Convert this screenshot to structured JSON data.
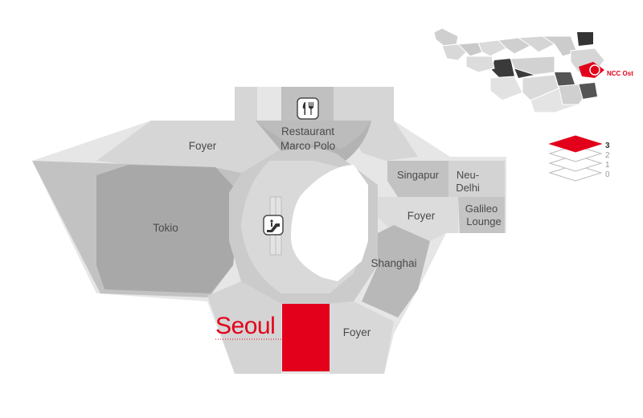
{
  "colors": {
    "room_light": "#dadada",
    "room_mid": "#c6c6c6",
    "room_dark": "#a9a9a9",
    "highlight": "#e2001a",
    "text": "#4a4a4a",
    "bg": "#ffffff"
  },
  "rooms": {
    "foyer_top": "Foyer",
    "restaurant_line1": "Restaurant",
    "restaurant_line2": "Marco Polo",
    "tokio": "Tokio",
    "singapur": "Singapur",
    "neudelhi_line1": "Neu-",
    "neudelhi_line2": "Delhi",
    "foyer_right": "Foyer",
    "galileo_line1": "Galileo",
    "galileo_line2": "Lounge",
    "shanghai": "Shanghai",
    "foyer_bottom": "Foyer"
  },
  "highlight_room": "Seoul",
  "icons": [
    "restaurant-icon",
    "escalator-icon"
  ],
  "overview": {
    "label": "NCC Ost"
  },
  "levels": {
    "items": [
      "3",
      "2",
      "1",
      "0"
    ],
    "active": "3"
  }
}
